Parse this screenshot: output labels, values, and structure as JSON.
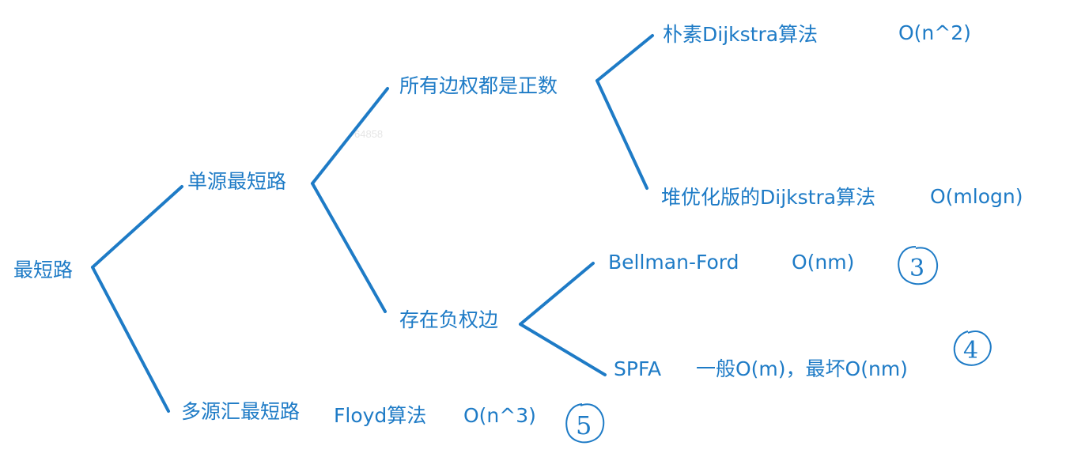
{
  "diagram": {
    "line_color": "#1e7bc6",
    "text_color": "#1e7bc6",
    "background": "#ffffff",
    "nodes": {
      "root": {
        "label": "最短路"
      },
      "single_source": {
        "label": "单源最短路"
      },
      "multi_source": {
        "label": "多源汇最短路",
        "algorithm": "Floyd算法",
        "complexity": "O(n^3)"
      },
      "all_positive": {
        "label": "所有边权都是正数"
      },
      "has_negative": {
        "label": "存在负权边"
      },
      "naive_dijkstra": {
        "label": "朴素Dijkstra算法",
        "complexity": "O(n^2)"
      },
      "heap_dijkstra": {
        "label": "堆优化版的Dijkstra算法",
        "complexity": "O(mlogn)"
      },
      "bellman_ford": {
        "label": "Bellman-Ford",
        "complexity": "O(nm)"
      },
      "spfa": {
        "label": "SPFA",
        "complexity": "一般O(m)，最坏O(nm)"
      }
    },
    "edges": [
      [
        "root",
        "single_source"
      ],
      [
        "root",
        "multi_source"
      ],
      [
        "single_source",
        "all_positive"
      ],
      [
        "single_source",
        "has_negative"
      ],
      [
        "all_positive",
        "naive_dijkstra"
      ],
      [
        "all_positive",
        "heap_dijkstra"
      ],
      [
        "has_negative",
        "bellman_ford"
      ],
      [
        "has_negative",
        "spfa"
      ]
    ],
    "handwritten_marks": [
      "3",
      "4",
      "5"
    ],
    "watermark": "64858"
  }
}
